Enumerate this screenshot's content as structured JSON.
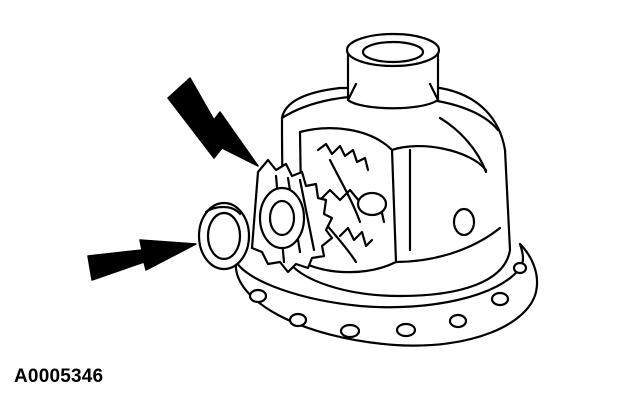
{
  "figure": {
    "caption": "A0005346",
    "colors": {
      "ink": "#000000",
      "paper": "#ffffff"
    },
    "parts": [
      "differential-case",
      "side-gear",
      "thrust-washer",
      "pinion-gears"
    ],
    "arrows": 2
  }
}
